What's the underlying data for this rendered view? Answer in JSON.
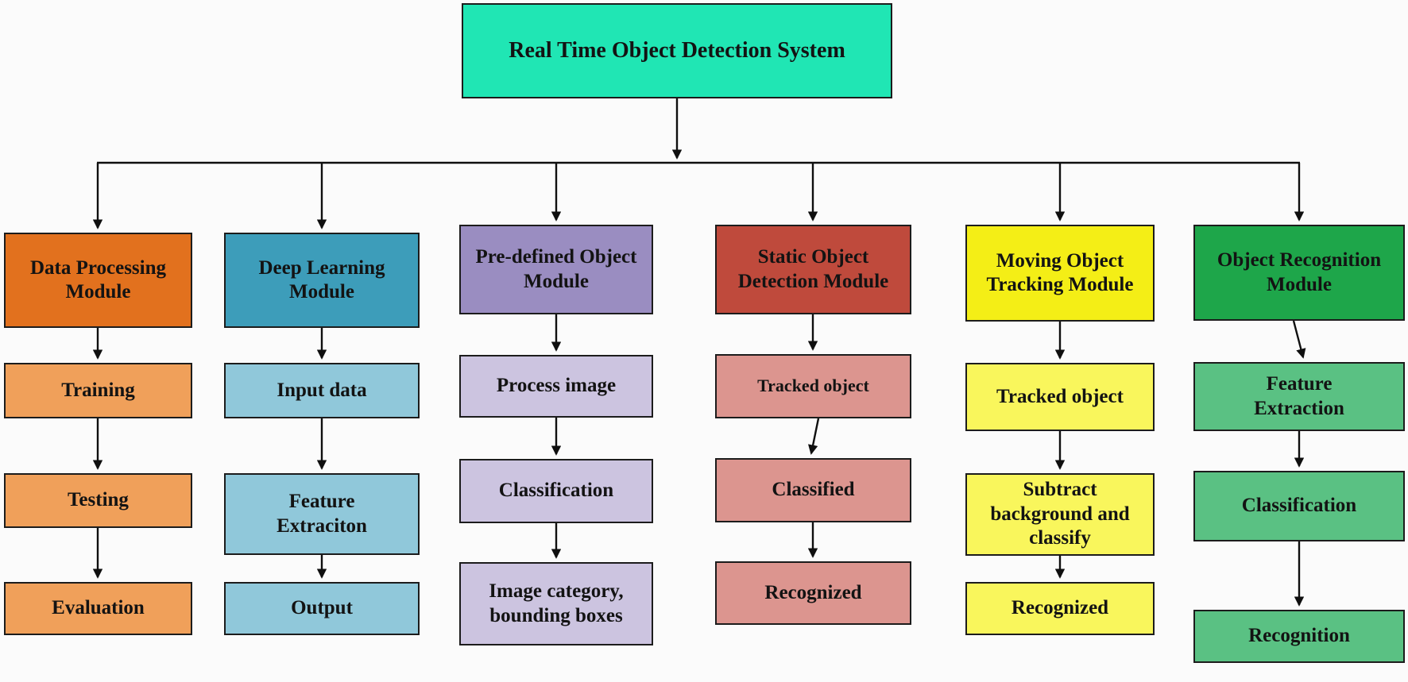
{
  "diagram": {
    "title": "Real Time Object Detection System",
    "title_color": "#20E6B4",
    "background": "#FBFBFB",
    "border_color": "#1C1C1C",
    "arrow_color": "#0F0F0F",
    "text_color": "#131313",
    "columns": [
      {
        "id": "data-processing",
        "header": "Data Processing Module",
        "header_color": "#E2711E",
        "step_color": "#F0A05A",
        "steps": [
          "Training",
          "Testing",
          "Evaluation"
        ]
      },
      {
        "id": "deep-learning",
        "header": "Deep Learning Module",
        "header_color": "#3D9DBA",
        "step_color": "#90C8DA",
        "steps": [
          "Input data",
          "Feature Extraciton",
          "Output"
        ]
      },
      {
        "id": "pre-defined-object",
        "header": "Pre-defined Object Module",
        "header_color": "#9A8DC1",
        "step_color": "#CCC4E0",
        "steps": [
          "Process image",
          "Classification",
          "Image category, bounding boxes"
        ]
      },
      {
        "id": "static-object-detection",
        "header": "Static Object Detection Module",
        "header_color": "#BF4A3C",
        "step_color": "#DC958F",
        "steps": [
          "Tracked object",
          "Classified",
          "Recognized"
        ]
      },
      {
        "id": "moving-object-tracking",
        "header": "Moving Object Tracking Module",
        "header_color": "#F4EE16",
        "step_color": "#F9F65C",
        "steps": [
          "Tracked object",
          "Subtract background and classify",
          "Recognized"
        ]
      },
      {
        "id": "object-recognition",
        "header": "Object Recognition Module",
        "header_color": "#1EA64A",
        "step_color": "#5AC183",
        "steps": [
          "Feature Extraction",
          "Classification",
          "Recognition"
        ]
      }
    ]
  }
}
